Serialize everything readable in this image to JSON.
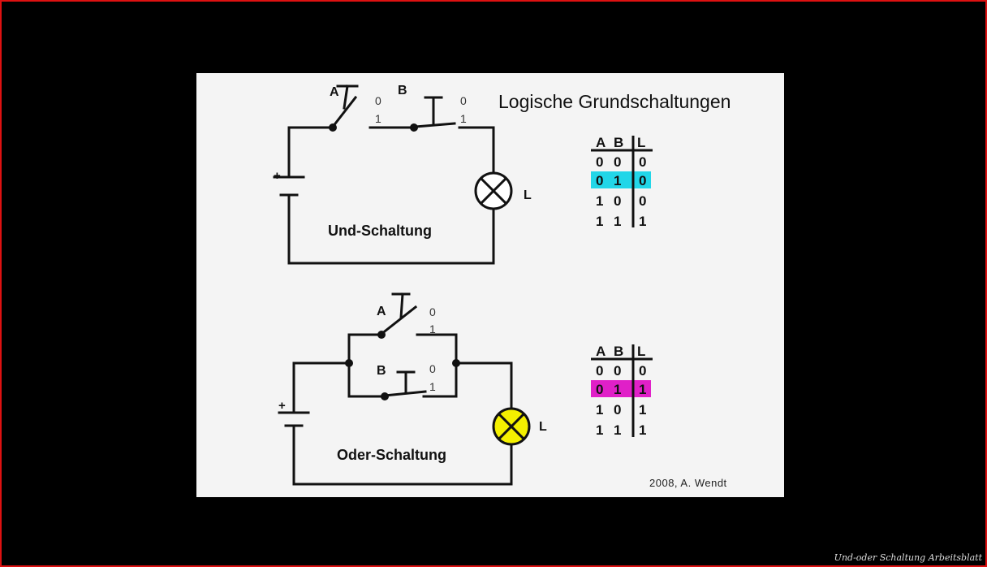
{
  "slide": {
    "title": "Logische Grundschaltungen",
    "credit": "2008, A. Wendt"
  },
  "caption": "Und-oder Schaltung Arbeitsblatt",
  "and_circuit": {
    "name": "Und-Schaltung",
    "switch_a": "A",
    "switch_b": "B",
    "lamp": "L",
    "battery_plus": "+",
    "pos_off": "0",
    "pos_on": "1",
    "lamp_color": "#ffffff"
  },
  "or_circuit": {
    "name": "Oder-Schaltung",
    "switch_a": "A",
    "switch_b": "B",
    "lamp": "L",
    "battery_plus": "+",
    "pos_off": "0",
    "pos_on": "1",
    "lamp_color": "#f4f000"
  },
  "and_table": {
    "headers": [
      "A",
      "B",
      "L"
    ],
    "rows": [
      [
        "0",
        "0",
        "0"
      ],
      [
        "0",
        "1",
        "0"
      ],
      [
        "1",
        "0",
        "0"
      ],
      [
        "1",
        "1",
        "1"
      ]
    ],
    "highlight_row": 1,
    "highlight_color": "#22d6e8"
  },
  "or_table": {
    "headers": [
      "A",
      "B",
      "L"
    ],
    "rows": [
      [
        "0",
        "0",
        "0"
      ],
      [
        "0",
        "1",
        "1"
      ],
      [
        "1",
        "0",
        "1"
      ],
      [
        "1",
        "1",
        "1"
      ]
    ],
    "highlight_row": 1,
    "highlight_color": "#e020c8"
  }
}
